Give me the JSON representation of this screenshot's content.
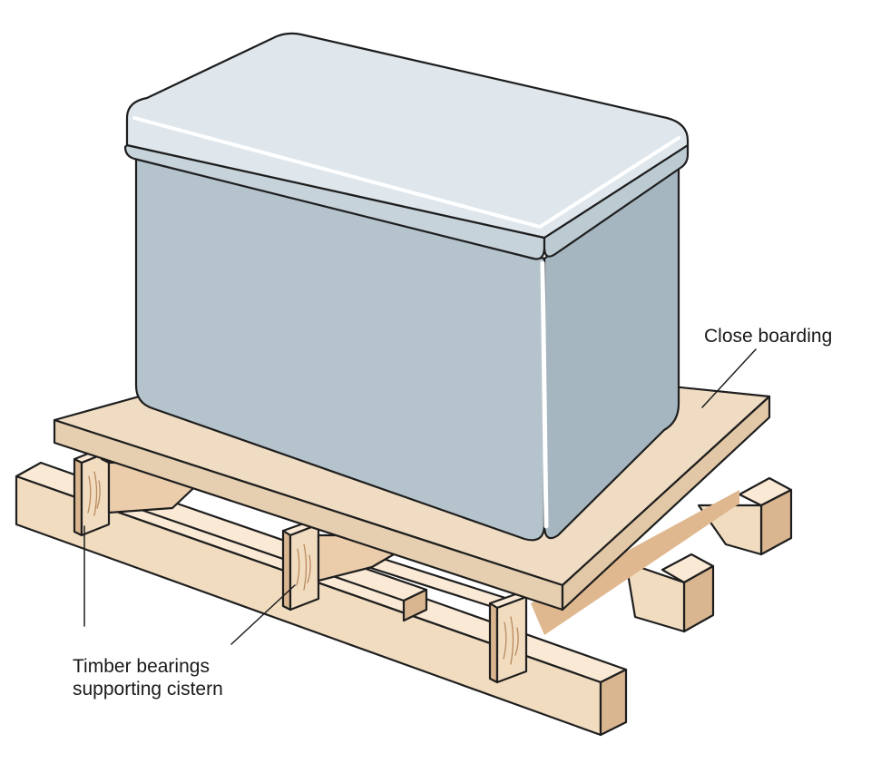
{
  "labels": {
    "close_boarding": "Close boarding",
    "timber_line1": "Timber bearings",
    "timber_line2": "supporting cistern"
  },
  "colors": {
    "outline": "#1e1e1e",
    "timber_face": "#f1dcc0",
    "timber_top": "#fae9d4",
    "timber_shadow": "#d9b590",
    "timber_grain": "#b98a5e",
    "board_top": "#efdcc2",
    "board_edge": "#e2c8a6",
    "cistern_side": "#b4c3cc",
    "cistern_side_dark": "#a6b6c0",
    "lid_top": "#dfe7ec",
    "lid_highlight": "#ffffff"
  }
}
